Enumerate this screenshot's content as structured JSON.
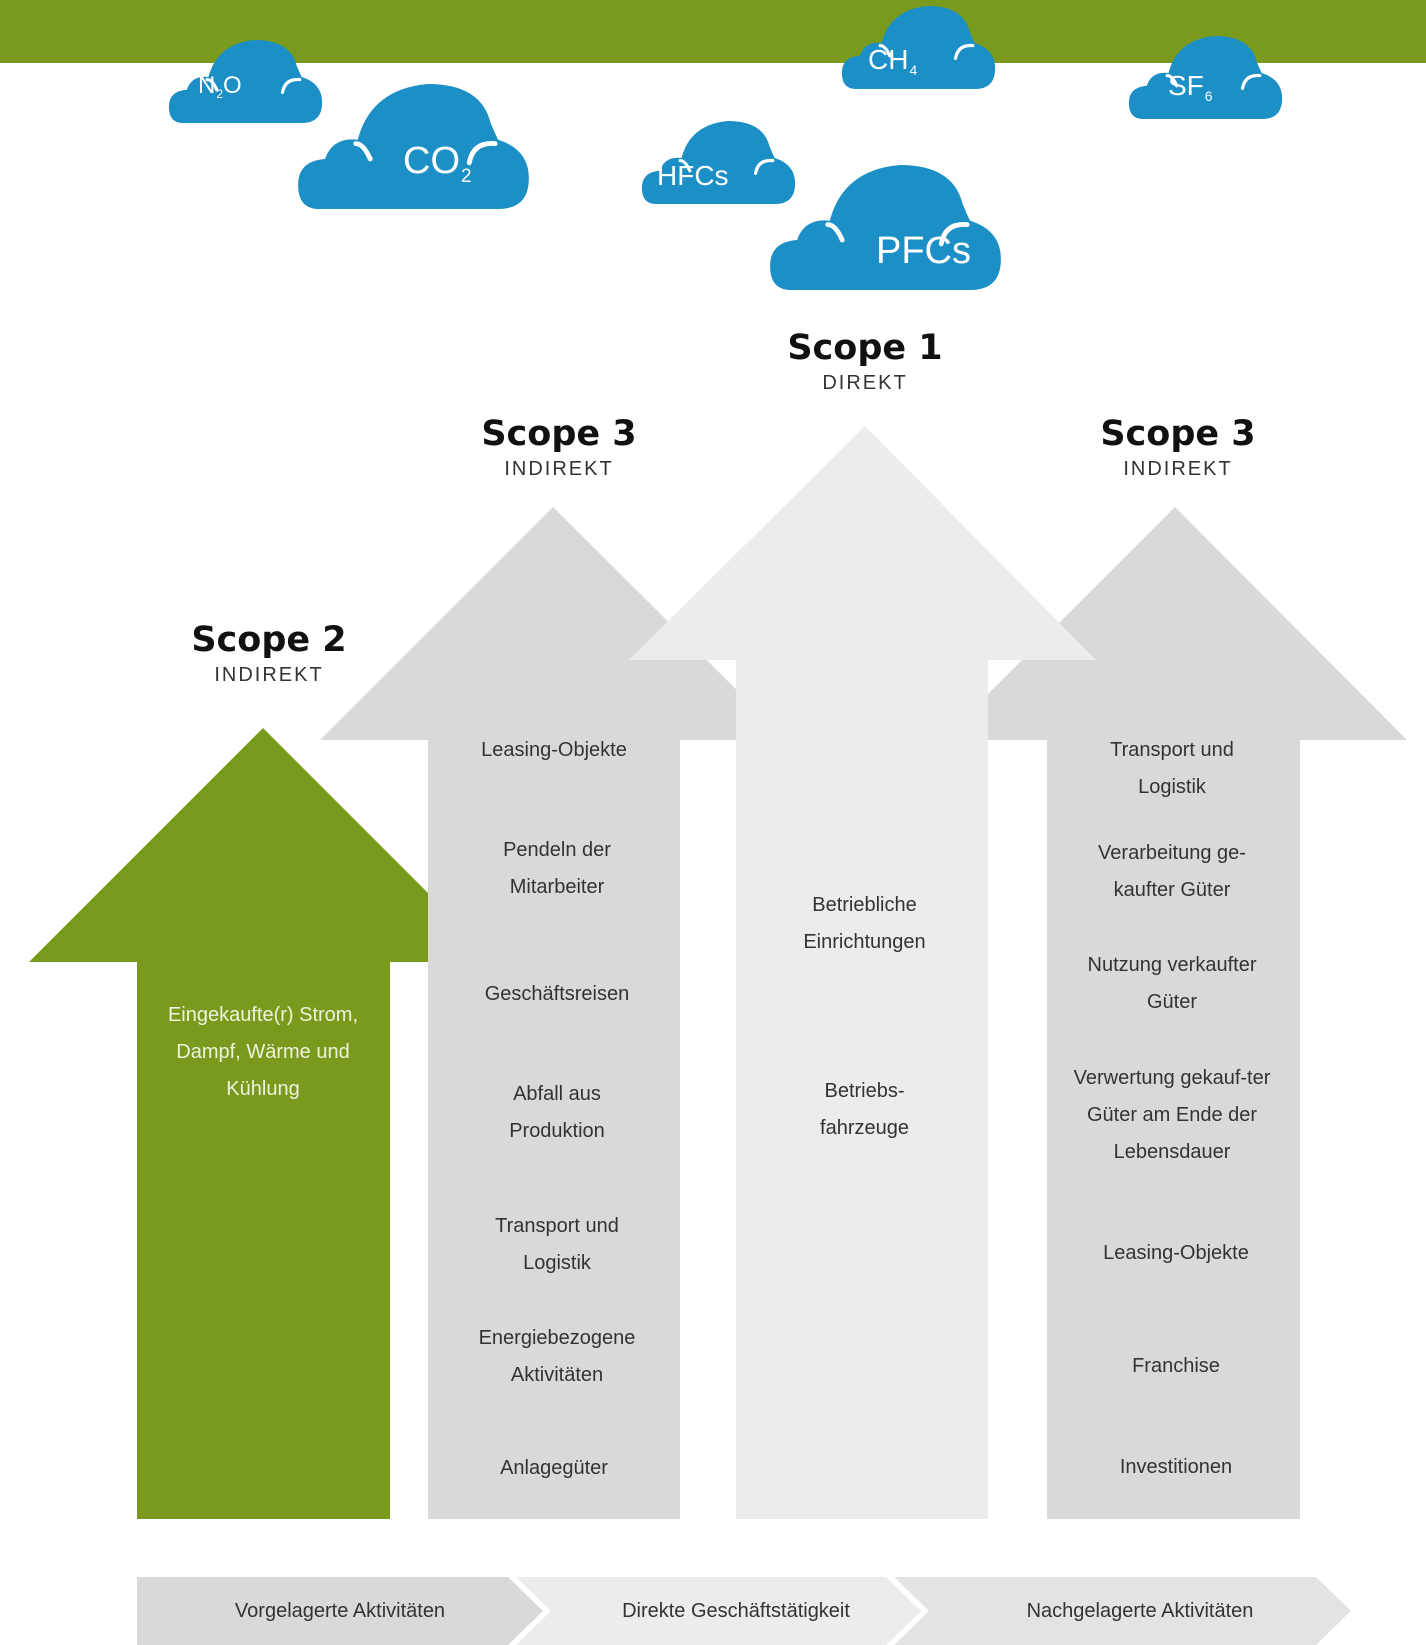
{
  "gases": [
    {
      "id": "n2o",
      "base": "N",
      "sub": "2",
      "rest": "O"
    },
    {
      "id": "co2",
      "base": "CO",
      "sub": "2",
      "rest": ""
    },
    {
      "id": "hfcs",
      "base": "HFCs",
      "sub": "",
      "rest": ""
    },
    {
      "id": "ch4",
      "base": "CH",
      "sub": "4",
      "rest": ""
    },
    {
      "id": "pfcs",
      "base": "PFCs",
      "sub": "",
      "rest": ""
    },
    {
      "id": "sf6",
      "base": "SF",
      "sub": "6",
      "rest": ""
    }
  ],
  "scopes": {
    "scope3_up": {
      "title": "Scope 3",
      "type": "INDIREKT"
    },
    "scope1": {
      "title": "Scope 1",
      "type": "DIREKT"
    },
    "scope3_down": {
      "title": "Scope 3",
      "type": "INDIREKT"
    },
    "scope2": {
      "title": "Scope 2",
      "type": "INDIREKT"
    }
  },
  "scope2_items": [
    "Eingekaufte(r) Strom, Dampf, Wärme und Kühlung"
  ],
  "scope3_upstream_items": [
    "Leasing-Objekte",
    "Pendeln der Mitarbeiter",
    "Geschäftsreisen",
    "Abfall aus Produktion",
    "Transport und Logistik",
    "Energiebezogene Aktivitäten",
    "Anlagegüter"
  ],
  "scope1_items": [
    "Betriebliche Einrichtungen",
    "Betriebs-fahrzeuge"
  ],
  "scope3_downstream_items": [
    "Transport und Logistik",
    "Verarbeitung ge-kaufter Güter",
    "Nutzung verkaufter Güter",
    "Verwertung gekauf-ter Güter am Ende der Lebensdauer",
    "Leasing-Objekte",
    "Franchise",
    "Investitionen"
  ],
  "flow": [
    "Vorgelagerte Aktivitäten",
    "Direkte Geschäftstätigkeit",
    "Nachgelagerte Aktivitäten"
  ],
  "colors": {
    "green": "#7a9a1e",
    "cloud": "#1b8fc6",
    "arrow_gray": "#d9d9d9",
    "arrow_light": "#ececec"
  }
}
